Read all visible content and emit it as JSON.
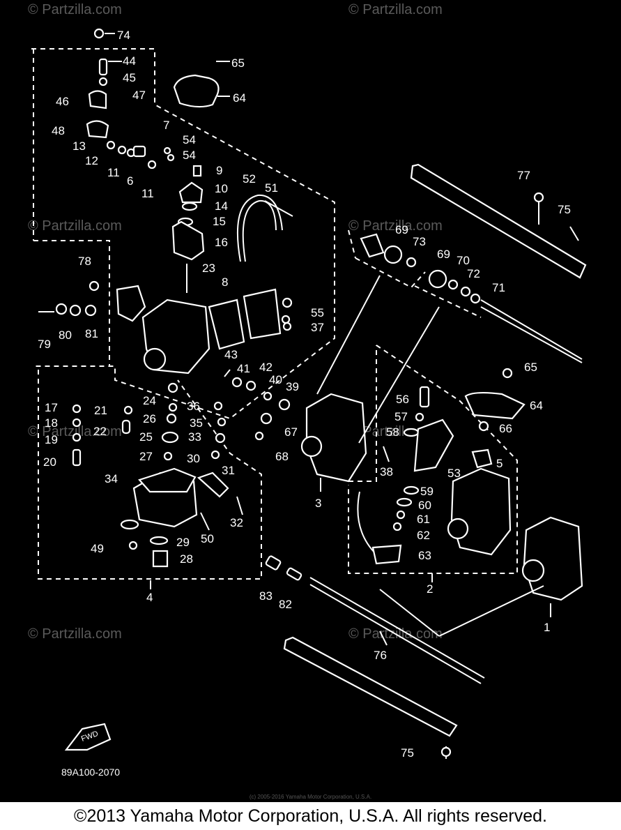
{
  "diagram": {
    "code": "89A100-2070",
    "fwd_label": "FWD",
    "watermark": "© Partzilla.com",
    "small_copyright": "(c) 2005-2016 Yamaha Motor Corporation, U.S.A.",
    "callouts": [
      "74",
      "44",
      "45",
      "47",
      "46",
      "48",
      "13",
      "12",
      "11",
      "6",
      "11",
      "7",
      "54",
      "54",
      "65",
      "64",
      "9",
      "10",
      "14",
      "15",
      "16",
      "52",
      "51",
      "23",
      "78",
      "8",
      "55",
      "37",
      "79",
      "80",
      "81",
      "43",
      "41",
      "42",
      "40",
      "39",
      "17",
      "21",
      "18",
      "19",
      "22",
      "20",
      "24",
      "26",
      "25",
      "27",
      "36",
      "35",
      "33",
      "30",
      "31",
      "34",
      "32",
      "49",
      "29",
      "50",
      "28",
      "4",
      "67",
      "68",
      "3",
      "83",
      "82",
      "69",
      "73",
      "69",
      "70",
      "72",
      "71",
      "77",
      "75",
      "65",
      "64",
      "56",
      "57",
      "58",
      "66",
      "5",
      "38",
      "53",
      "59",
      "60",
      "61",
      "62",
      "63",
      "2",
      "1",
      "76",
      "75"
    ]
  },
  "footer": {
    "copyright": "©2013 Yamaha Motor Corporation, U.S.A. All rights reserved."
  }
}
